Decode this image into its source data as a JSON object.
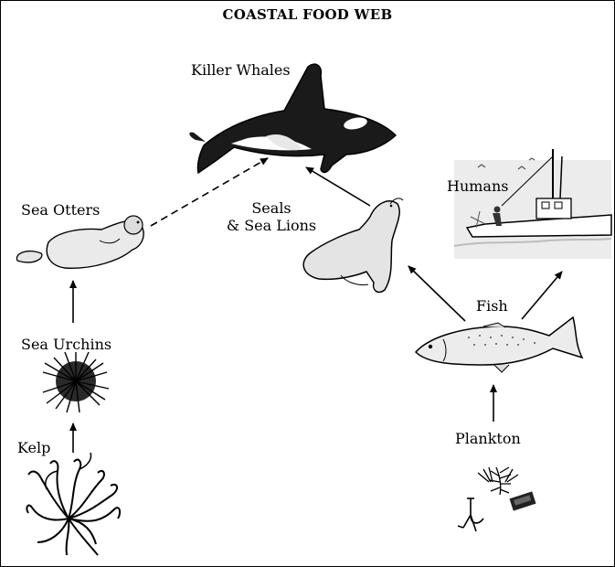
{
  "diagram": {
    "title": "COASTAL FOOD WEB",
    "organisms": {
      "killer_whales": "Killer Whales",
      "sea_otters": "Sea Otters",
      "seals_line1": "Seals",
      "seals_line2": "& Sea Lions",
      "humans": "Humans",
      "fish": "Fish",
      "sea_urchins": "Sea Urchins",
      "kelp": "Kelp",
      "plankton": "Plankton"
    },
    "links": [
      {
        "from": "Kelp",
        "to": "Sea Urchins",
        "style": "solid"
      },
      {
        "from": "Sea Urchins",
        "to": "Sea Otters",
        "style": "solid"
      },
      {
        "from": "Sea Otters",
        "to": "Killer Whales",
        "style": "dashed"
      },
      {
        "from": "Seals & Sea Lions",
        "to": "Killer Whales",
        "style": "solid"
      },
      {
        "from": "Fish",
        "to": "Seals & Sea Lions",
        "style": "solid"
      },
      {
        "from": "Fish",
        "to": "Humans",
        "style": "solid"
      },
      {
        "from": "Plankton",
        "to": "Fish",
        "style": "solid"
      }
    ]
  }
}
